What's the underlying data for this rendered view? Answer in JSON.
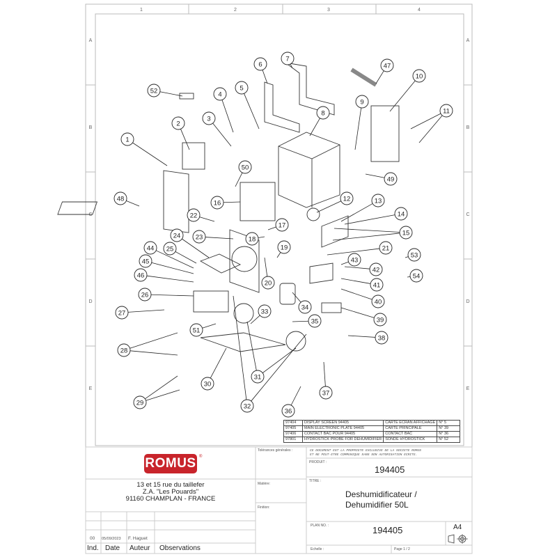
{
  "grid": {
    "columns": [
      "1",
      "2",
      "3",
      "4"
    ],
    "rows": [
      "A",
      "B",
      "C",
      "D",
      "E"
    ]
  },
  "callouts": [
    "52",
    "4",
    "5",
    "6",
    "7",
    "47",
    "10",
    "3",
    "8",
    "9",
    "11",
    "2",
    "1",
    "50",
    "49",
    "16",
    "48",
    "12",
    "13",
    "22",
    "14",
    "17",
    "15",
    "24",
    "23",
    "18",
    "19",
    "21",
    "44",
    "25",
    "53",
    "45",
    "43",
    "42",
    "46",
    "54",
    "20",
    "41",
    "26",
    "40",
    "34",
    "27",
    "33",
    "35",
    "39",
    "51",
    "38",
    "28",
    "31",
    "30",
    "37",
    "32",
    "29",
    "36"
  ],
  "parts_table": [
    {
      "ref": "97404",
      "en": "DISPLAY SCREEN 94405",
      "fr": "CARTE ECRAN AFFICHAGE",
      "num": "N° 5"
    },
    {
      "ref": "97405",
      "en": "MAIN ELECTRONIC PLATE 94405",
      "fr": "CARTE PRINCIPALE",
      "num": "N° 39"
    },
    {
      "ref": "97406",
      "en": "CONTACT BAC POUR 94405",
      "fr": "CONTACT BAC",
      "num": "N° 36"
    },
    {
      "ref": "97801",
      "en": "HYDROSTICK PROBE FOR DEHUMIDIFIER",
      "fr": "SONDE HYDROSTICK",
      "num": "N° 52"
    }
  ],
  "title_block": {
    "logo": "ROMUS",
    "logo_mark": "®",
    "address": [
      "13 et 15 rue du taillefer",
      "Z.A. \"Les Pouards\"",
      "91160 CHAMPLAN - FRANCE"
    ],
    "tolerances_label": "Tolérances générales :",
    "matiere_label": "Matière:",
    "finition_label": "Finition:",
    "notice": [
      "CE DOCUMENT EST LA PROPRIETE EXCLUSIVE DE LA SOCIETE ROMUS",
      "ET NE PEUT-ETRE COMMUNIQUE SANS SON AUTORISATION ECRITE."
    ],
    "produit_label": "PRODUIT :",
    "produit": "194405",
    "titre_label": "TITRE :",
    "titre": [
      "Deshumidificateur /",
      "Dehumidifier 50L"
    ],
    "plan_label": "PLAN NO. :",
    "plan": "194405",
    "format": "A4",
    "echelle_label": "Echelle :",
    "page": "Page 1 / 2",
    "revision": {
      "ind": "00",
      "date": "05/09/2023",
      "auteur": "F. Haguet",
      "observations": ""
    },
    "headers": {
      "ind": "Ind.",
      "date": "Date",
      "auteur": "Auteur",
      "observations": "Observations"
    }
  }
}
